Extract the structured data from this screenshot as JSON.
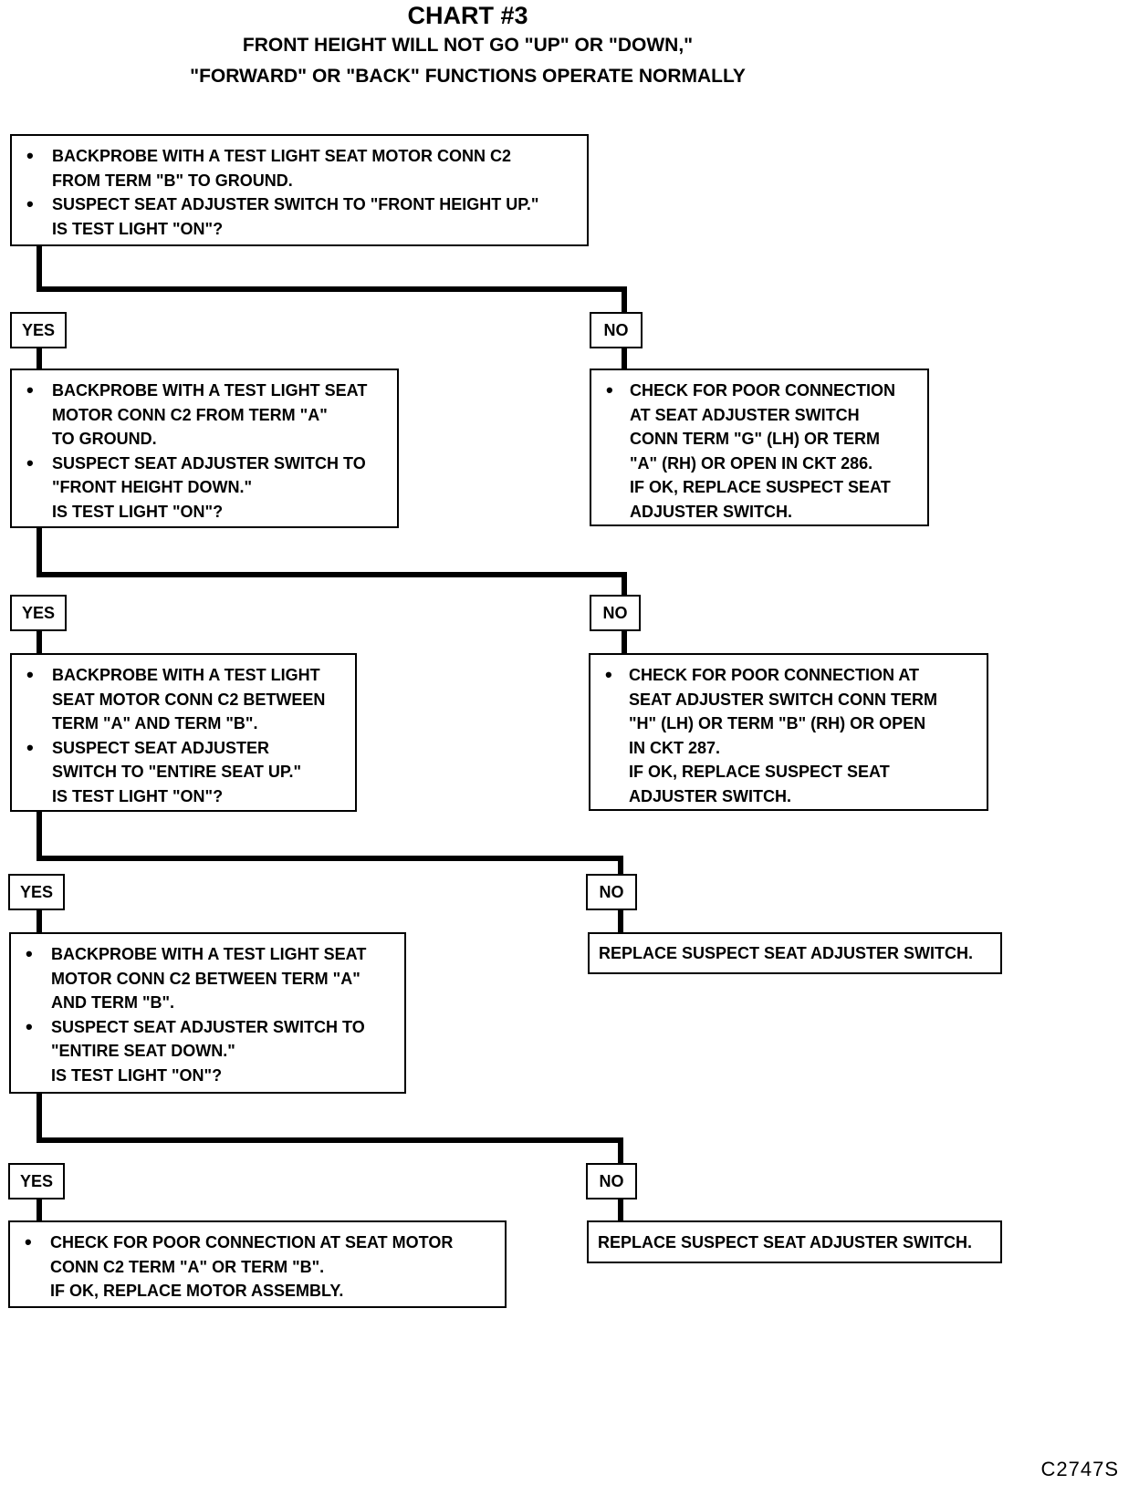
{
  "header": {
    "title": "CHART #3",
    "subtitle_line1": "FRONT HEIGHT WILL NOT GO \"UP\" OR \"DOWN,\"",
    "subtitle_line2": "\"FORWARD\" OR \"BACK\" FUNCTIONS OPERATE NORMALLY"
  },
  "labels": {
    "yes": "YES",
    "no": "NO"
  },
  "steps": [
    {
      "bullets": [
        {
          "lines": [
            "BACKPROBE WITH A TEST LIGHT SEAT MOTOR CONN C2",
            "FROM TERM \"B\" TO GROUND."
          ]
        },
        {
          "lines": [
            "SUSPECT SEAT ADJUSTER SWITCH TO \"FRONT HEIGHT UP.\"",
            "IS TEST LIGHT \"ON\"?"
          ]
        }
      ]
    },
    {
      "bullets": [
        {
          "lines": [
            "BACKPROBE WITH A TEST LIGHT SEAT",
            "MOTOR CONN C2 FROM TERM \"A\"",
            "TO GROUND."
          ]
        },
        {
          "lines": [
            "SUSPECT SEAT ADJUSTER SWITCH TO",
            "\"FRONT HEIGHT DOWN.\"",
            "IS TEST LIGHT \"ON\"?"
          ]
        }
      ]
    },
    {
      "bullets": [
        {
          "lines": [
            "BACKPROBE WITH A TEST LIGHT",
            "SEAT MOTOR CONN C2 BETWEEN",
            "TERM \"A\" AND TERM \"B\"."
          ]
        },
        {
          "lines": [
            "SUSPECT SEAT ADJUSTER",
            "SWITCH TO \"ENTIRE SEAT UP.\"",
            "IS TEST LIGHT \"ON\"?"
          ]
        }
      ]
    },
    {
      "bullets": [
        {
          "lines": [
            "BACKPROBE WITH A TEST LIGHT SEAT",
            "MOTOR  CONN C2 BETWEEN TERM \"A\"",
            "AND TERM \"B\"."
          ]
        },
        {
          "lines": [
            "SUSPECT SEAT ADJUSTER SWITCH TO",
            "\"ENTIRE SEAT DOWN.\"",
            "IS TEST LIGHT \"ON\"?"
          ]
        }
      ]
    },
    {
      "bullets": [
        {
          "lines": [
            "CHECK FOR POOR CONNECTION AT SEAT MOTOR",
            "CONN C2 TERM \"A\" OR TERM \"B\".",
            "IF OK, REPLACE MOTOR ASSEMBLY."
          ]
        }
      ]
    }
  ],
  "no_results": [
    {
      "bullets": [
        {
          "lines": [
            "CHECK FOR POOR CONNECTION",
            "AT SEAT ADJUSTER SWITCH",
            "CONN TERM \"G\" (LH) OR TERM",
            "\"A\" (RH) OR OPEN IN CKT 286.",
            "IF OK, REPLACE SUSPECT SEAT",
            "ADJUSTER SWITCH."
          ]
        }
      ]
    },
    {
      "bullets": [
        {
          "lines": [
            "CHECK FOR POOR CONNECTION AT",
            "SEAT ADJUSTER SWITCH CONN TERM",
            "\"H\" (LH) OR TERM \"B\" (RH) OR OPEN",
            "IN CKT 287.",
            "IF OK, REPLACE SUSPECT SEAT",
            "ADJUSTER SWITCH."
          ]
        }
      ]
    },
    {
      "text": "REPLACE SUSPECT SEAT ADJUSTER SWITCH."
    },
    {
      "text": "REPLACE SUSPECT SEAT ADJUSTER SWITCH."
    }
  ],
  "figure_code": "C2747S"
}
